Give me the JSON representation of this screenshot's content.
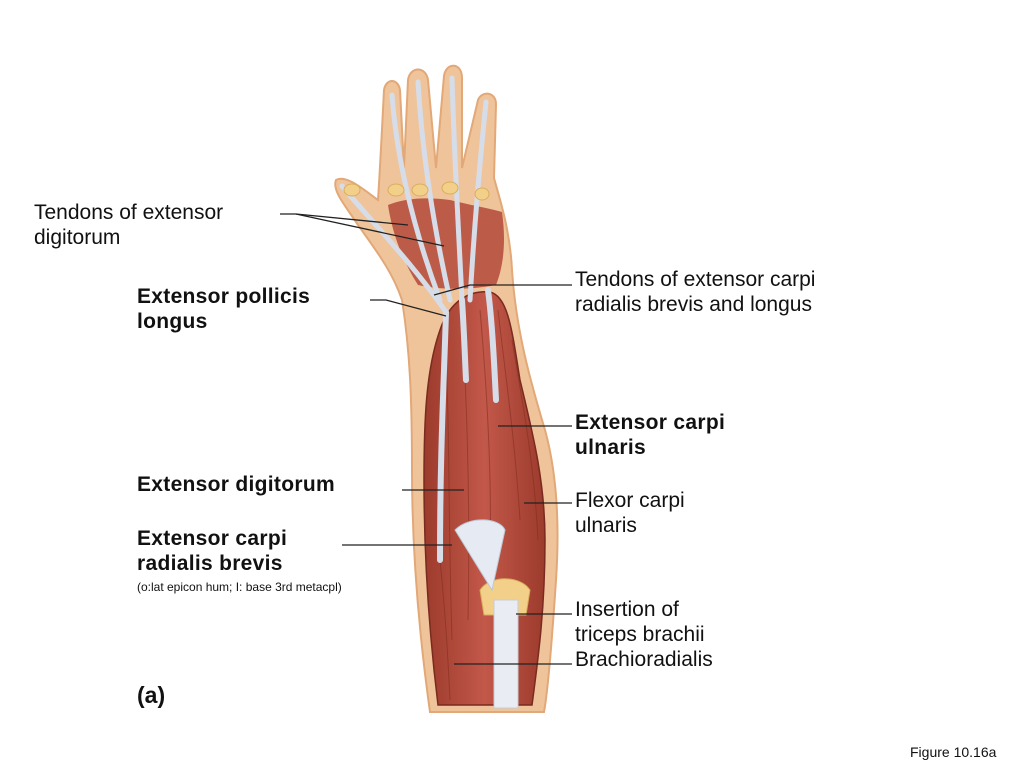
{
  "labels": {
    "tendons_ext_digitorum": [
      "Tendons of extensor",
      "digitorum"
    ],
    "ext_pollicis_longus": [
      "Extensor pollicis",
      "longus"
    ],
    "tendons_ecr": [
      "Tendons of extensor carpi",
      "radialis brevis and longus"
    ],
    "ext_carpi_ulnaris": [
      "Extensor carpi",
      "ulnaris"
    ],
    "ext_digitorum": [
      "Extensor digitorum"
    ],
    "flexor_carpi_ulnaris": [
      "Flexor carpi",
      "ulnaris"
    ],
    "ecr_brevis": [
      "Extensor carpi",
      "radialis brevis"
    ],
    "ecr_brevis_note": "(o:lat epicon hum; I: base 3rd metacpl)",
    "insertion_triceps": [
      "Insertion of",
      "triceps brachii"
    ],
    "brachioradialis": [
      "Brachioradialis"
    ]
  },
  "panel_label": "(a)",
  "figure_caption": "Figure 10.16a",
  "colors": {
    "muscle": "#b34a3a",
    "muscle_dark": "#8e3426",
    "skin": "#f0c49a",
    "tendon": "#d6dde8",
    "bone": "#f3d08a",
    "leader_line": "#222222"
  }
}
